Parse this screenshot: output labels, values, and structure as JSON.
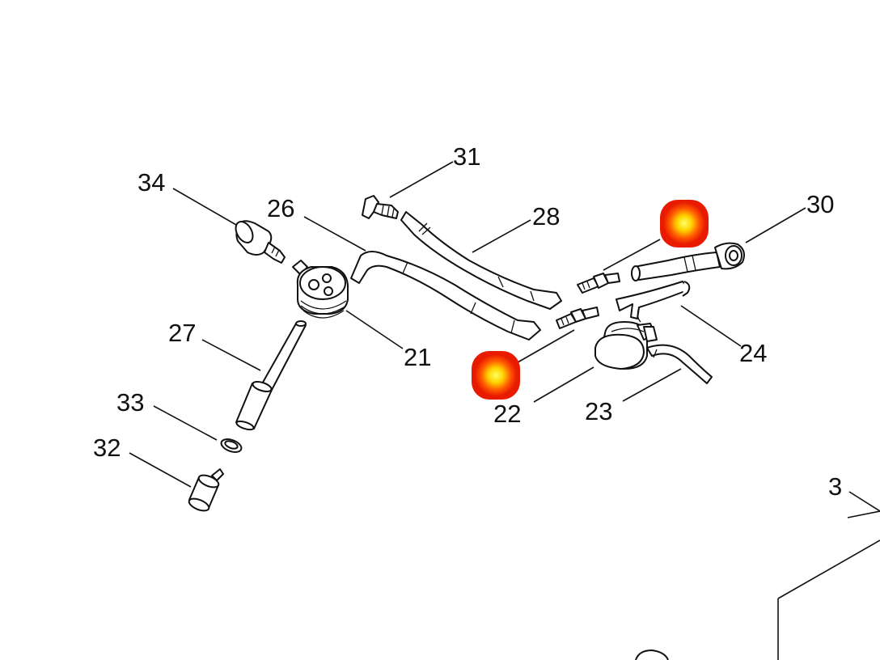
{
  "diagram": {
    "labels": {
      "p34": "34",
      "p26": "26",
      "p31": "31",
      "p28": "28",
      "p30": "30",
      "p27": "27",
      "p21": "21",
      "p33": "33",
      "p32": "32",
      "p22": "22",
      "p23": "23",
      "p24": "24",
      "p3": "3"
    },
    "hotspots": [
      {
        "name": "hotspot-upper",
        "color": "#ff2a00"
      },
      {
        "name": "hotspot-lower",
        "color": "#ff2a00"
      }
    ]
  }
}
